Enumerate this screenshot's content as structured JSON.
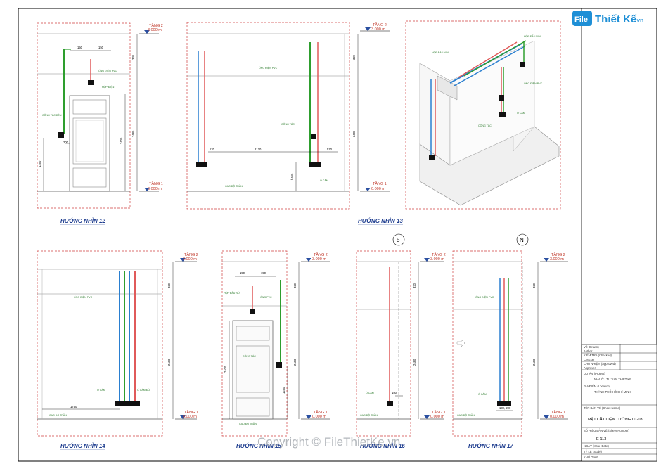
{
  "logo": {
    "badge": "File",
    "text": "Thiết Kế",
    "suffix": ".vn"
  },
  "watermark": "Copyright © FileThietKe.vn",
  "views": [
    {
      "caption": "HƯỚNG NHÌN 12"
    },
    {
      "caption": "HƯỚNG NHÌN 13"
    },
    {
      "caption": "HƯỚNG NHÌN 14"
    },
    {
      "caption": "HƯỚNG NHÌN 15"
    },
    {
      "caption": "HƯỚNG NHÌN 16"
    },
    {
      "caption": "HƯỚNG NHÌN 17"
    }
  ],
  "levels": {
    "top_name": "TẦNG 2",
    "top_value": "3.000 m",
    "bottom_name": "TẦNG 1",
    "bottom_value": "0.000 m"
  },
  "grid_markers": [
    "5",
    "N"
  ],
  "dims": {
    "d150a": "150",
    "d150b": "150",
    "d2400": "2400",
    "d2480": "2480",
    "d320": "320",
    "d1250": "1250",
    "d200": "200",
    "d1650": "h400",
    "d120": "120",
    "d2120": "2120",
    "d570": "570",
    "d1750": "1750",
    "d140": "150",
    "d130_200": "130, 200"
  },
  "title_block": {
    "drawn_label": "VẼ (Drawn)",
    "drawn_value": "Author",
    "checked_label": "KIỂM TRA (Checked)",
    "checked_value": "Checker",
    "approved_label": "CHỦ NHIỆM (Approved)",
    "approved_value": "Approver",
    "project_label": "DỰ ÁN (Project)",
    "project_value": "NHÀ Ở - TƯ VẤN THIẾT KẾ",
    "location_label": "ĐỊA ĐIỂM (Location)",
    "location_value": "THÀNH PHỐ HỒ CHÍ MINH",
    "sheet_title_label": "TÊN BẢN VẼ (Sheet Name)",
    "sheet_title": "MẶT CẮT DIỆN TƯỜNG DT-03",
    "sheet_no_label": "SỐ HIỆU BẢN VẼ (Sheet Number)",
    "sheet_no": "E-113",
    "date_label": "NGÀY (Issue Date)",
    "scale_label": "TỶ LỆ (Scale)",
    "sheet_label": "KHỔ GIẤY"
  }
}
